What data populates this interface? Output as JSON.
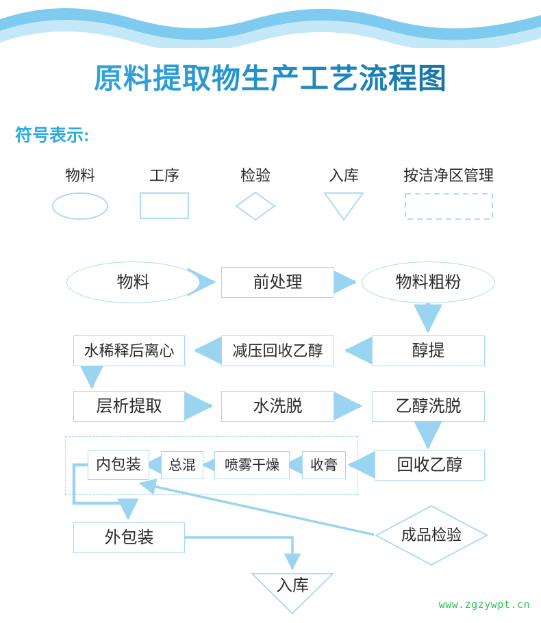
{
  "header": {
    "title": "原料提取物生产工艺流程图",
    "title_gradient_from": "#3AA9E0",
    "title_gradient_to": "#10688F",
    "wave_color_dark": "#7FCBF0",
    "wave_color_light": "#C5E8F8"
  },
  "legend": {
    "heading": "符号表示:",
    "heading_color": "#29ABE2",
    "items": [
      {
        "label": "物料",
        "shape": "ellipse"
      },
      {
        "label": "工序",
        "shape": "rect"
      },
      {
        "label": "检验",
        "shape": "diamond"
      },
      {
        "label": "入库",
        "shape": "triangle"
      },
      {
        "label": "按洁净区管理",
        "shape": "dashed-rect"
      }
    ]
  },
  "flow": {
    "shape_stroke": "#A6D8F2",
    "arrow_color": "#9AD4F0",
    "text_color": "#2b2b2b",
    "nodes": [
      {
        "id": "wuliao",
        "label": "物料",
        "shape": "ellipse"
      },
      {
        "id": "qianchuli",
        "label": "前处理",
        "shape": "rect"
      },
      {
        "id": "culiaofen",
        "label": "物料粗粉",
        "shape": "ellipse"
      },
      {
        "id": "chunti",
        "label": "醇提",
        "shape": "rect"
      },
      {
        "id": "jianya",
        "label": "减压回收乙醇",
        "shape": "rect"
      },
      {
        "id": "shuixishi",
        "label": "水稀释后离心",
        "shape": "rect"
      },
      {
        "id": "cengxi",
        "label": "层析提取",
        "shape": "rect"
      },
      {
        "id": "shuixituo",
        "label": "水洗脱",
        "shape": "rect"
      },
      {
        "id": "yichunxituo",
        "label": "乙醇洗脱",
        "shape": "rect"
      },
      {
        "id": "huishou",
        "label": "回收乙醇",
        "shape": "rect"
      },
      {
        "id": "shougao",
        "label": "收膏",
        "shape": "rect"
      },
      {
        "id": "penwu",
        "label": "喷雾干燥",
        "shape": "rect"
      },
      {
        "id": "zonghun",
        "label": "总混",
        "shape": "rect"
      },
      {
        "id": "neibaozhuang",
        "label": "内包装",
        "shape": "rect"
      },
      {
        "id": "waibaozhuang",
        "label": "外包装",
        "shape": "rect"
      },
      {
        "id": "chengpin",
        "label": "成品检验",
        "shape": "diamond"
      },
      {
        "id": "ruku",
        "label": "入库",
        "shape": "triangle"
      }
    ],
    "cleanzone_note": "按洁净区管理"
  },
  "watermark": {
    "text": "www.zgzywpt.cn",
    "color": "#2BBF50"
  }
}
